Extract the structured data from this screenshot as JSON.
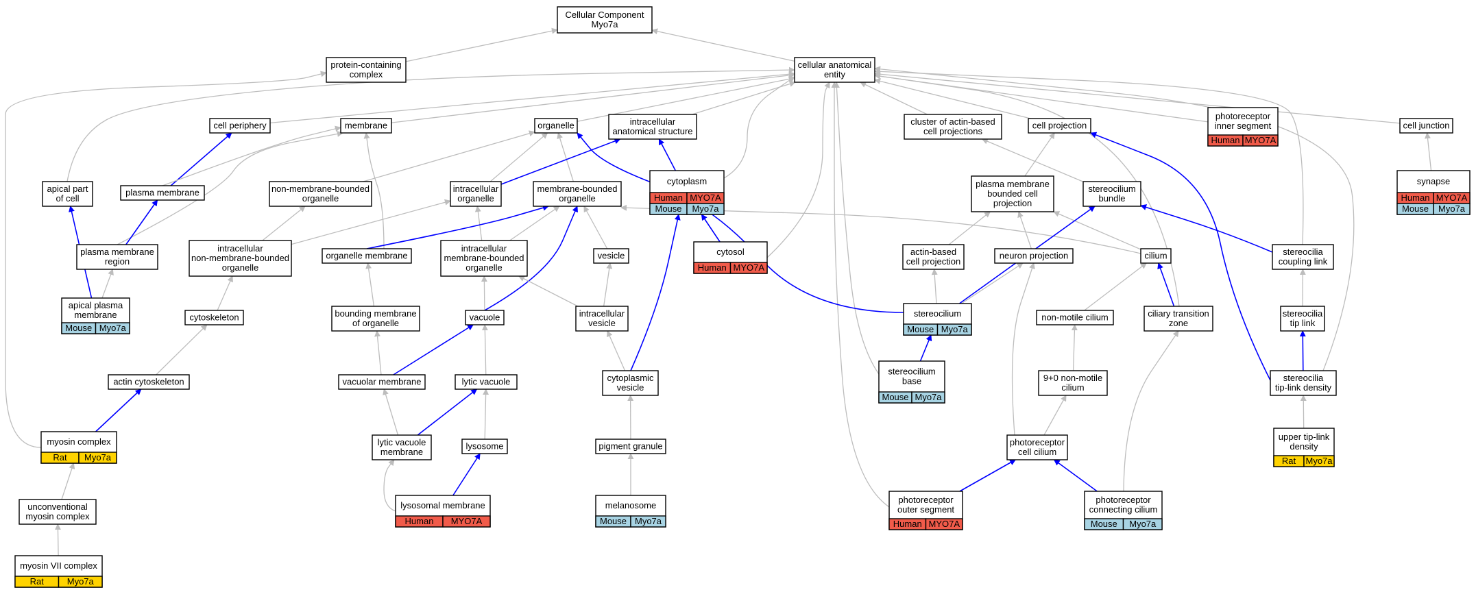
{
  "colors": {
    "Human": "#f15b4a",
    "Mouse": "#a8d4e4",
    "Rat": "#ffd300",
    "gray_edge": "#bdbdbd",
    "blue_edge": "#0000ff"
  },
  "nodes": [
    {
      "id": "cc",
      "lines": [
        "Cellular Component",
        "Myo7a"
      ]
    },
    {
      "id": "pcc",
      "lines": [
        "protein-containing",
        "complex"
      ]
    },
    {
      "id": "cae",
      "lines": [
        "cellular anatomical",
        "entity"
      ]
    },
    {
      "id": "cper",
      "lines": [
        "cell periphery"
      ]
    },
    {
      "id": "memb",
      "lines": [
        "membrane"
      ]
    },
    {
      "id": "orgl",
      "lines": [
        "organelle"
      ]
    },
    {
      "id": "ias",
      "lines": [
        "intracellular",
        "anatomical structure"
      ]
    },
    {
      "id": "cabcp",
      "lines": [
        "cluster of actin-based",
        "cell projections"
      ]
    },
    {
      "id": "cproj",
      "lines": [
        "cell projection"
      ]
    },
    {
      "id": "pris",
      "lines": [
        "photoreceptor",
        "inner segment"
      ],
      "species": [
        [
          "Human",
          "MYO7A"
        ]
      ]
    },
    {
      "id": "cj",
      "lines": [
        "cell junction"
      ]
    },
    {
      "id": "apc",
      "lines": [
        "apical part",
        "of cell"
      ]
    },
    {
      "id": "pm",
      "lines": [
        "plasma membrane"
      ]
    },
    {
      "id": "nmbo",
      "lines": [
        "non-membrane-bounded",
        "organelle"
      ]
    },
    {
      "id": "io",
      "lines": [
        "intracellular",
        "organelle"
      ]
    },
    {
      "id": "mbo",
      "lines": [
        "membrane-bounded",
        "organelle"
      ]
    },
    {
      "id": "cyto",
      "lines": [
        "cytoplasm"
      ],
      "species": [
        [
          "Human",
          "MYO7A"
        ],
        [
          "Mouse",
          "Myo7a"
        ]
      ]
    },
    {
      "id": "pmbcp",
      "lines": [
        "plasma membrane",
        "bounded cell",
        "projection"
      ]
    },
    {
      "id": "scb",
      "lines": [
        "stereocilium",
        "bundle"
      ]
    },
    {
      "id": "syn",
      "lines": [
        "synapse"
      ],
      "species": [
        [
          "Human",
          "MYO7A"
        ],
        [
          "Mouse",
          "Myo7a"
        ]
      ]
    },
    {
      "id": "pmr",
      "lines": [
        "plasma membrane",
        "region"
      ]
    },
    {
      "id": "inmbo",
      "lines": [
        "intracellular",
        "non-membrane-bounded",
        "organelle"
      ]
    },
    {
      "id": "om",
      "lines": [
        "organelle membrane"
      ]
    },
    {
      "id": "imbo",
      "lines": [
        "intracellular",
        "membrane-bounded",
        "organelle"
      ]
    },
    {
      "id": "ves",
      "lines": [
        "vesicle"
      ]
    },
    {
      "id": "cytosol",
      "lines": [
        "cytosol"
      ],
      "species": [
        [
          "Human",
          "MYO7A"
        ]
      ]
    },
    {
      "id": "abcp",
      "lines": [
        "actin-based",
        "cell projection"
      ]
    },
    {
      "id": "np",
      "lines": [
        "neuron projection"
      ]
    },
    {
      "id": "cil",
      "lines": [
        "cilium"
      ]
    },
    {
      "id": "sccl",
      "lines": [
        "stereocilia",
        "coupling link"
      ]
    },
    {
      "id": "apm",
      "lines": [
        "apical plasma",
        "membrane"
      ],
      "species": [
        [
          "Mouse",
          "Myo7a"
        ]
      ]
    },
    {
      "id": "cytosk",
      "lines": [
        "cytoskeleton"
      ]
    },
    {
      "id": "bmo",
      "lines": [
        "bounding membrane",
        "of organelle"
      ]
    },
    {
      "id": "vac",
      "lines": [
        "vacuole"
      ]
    },
    {
      "id": "iv",
      "lines": [
        "intracellular",
        "vesicle"
      ]
    },
    {
      "id": "sc",
      "lines": [
        "stereocilium"
      ],
      "species": [
        [
          "Mouse",
          "Myo7a"
        ]
      ]
    },
    {
      "id": "nmc",
      "lines": [
        "non-motile cilium"
      ]
    },
    {
      "id": "ctz",
      "lines": [
        "ciliary transition",
        "zone"
      ]
    },
    {
      "id": "sctl",
      "lines": [
        "stereocilia",
        "tip link"
      ]
    },
    {
      "id": "ac",
      "lines": [
        "actin cytoskeleton"
      ]
    },
    {
      "id": "vm",
      "lines": [
        "vacuolar membrane"
      ]
    },
    {
      "id": "lv",
      "lines": [
        "lytic vacuole"
      ]
    },
    {
      "id": "cv",
      "lines": [
        "cytoplasmic",
        "vesicle"
      ]
    },
    {
      "id": "scbase",
      "lines": [
        "stereocilium",
        "base"
      ],
      "species": [
        [
          "Mouse",
          "Myo7a"
        ]
      ]
    },
    {
      "id": "nmc90",
      "lines": [
        "9+0 non-motile",
        "cilium"
      ]
    },
    {
      "id": "sctld",
      "lines": [
        "stereocilia",
        "tip-link density"
      ]
    },
    {
      "id": "mc",
      "lines": [
        "myosin complex"
      ],
      "species": [
        [
          "Rat",
          "Myo7a"
        ]
      ]
    },
    {
      "id": "lvm",
      "lines": [
        "lytic vacuole",
        "membrane"
      ]
    },
    {
      "id": "lys",
      "lines": [
        "lysosome"
      ]
    },
    {
      "id": "pg",
      "lines": [
        "pigment granule"
      ]
    },
    {
      "id": "pcc2",
      "lines": [
        "photoreceptor",
        "cell cilium"
      ]
    },
    {
      "id": "utld",
      "lines": [
        "upper tip-link",
        "density"
      ],
      "species": [
        [
          "Rat",
          "Myo7a"
        ]
      ]
    },
    {
      "id": "umc",
      "lines": [
        "unconventional",
        "myosin complex"
      ]
    },
    {
      "id": "lm",
      "lines": [
        "lysosomal membrane"
      ],
      "species": [
        [
          "Human",
          "MYO7A"
        ]
      ]
    },
    {
      "id": "mel",
      "lines": [
        "melanosome"
      ],
      "species": [
        [
          "Mouse",
          "Myo7a"
        ]
      ]
    },
    {
      "id": "pos",
      "lines": [
        "photoreceptor",
        "outer segment"
      ],
      "species": [
        [
          "Human",
          "MYO7A"
        ]
      ]
    },
    {
      "id": "pcc3",
      "lines": [
        "photoreceptor",
        "connecting cilium"
      ],
      "species": [
        [
          "Mouse",
          "Myo7a"
        ]
      ]
    },
    {
      "id": "m7c",
      "lines": [
        "myosin VII complex"
      ],
      "species": [
        [
          "Rat",
          "Myo7a"
        ]
      ]
    }
  ],
  "edges": [
    [
      "pcc",
      "cc",
      "gray"
    ],
    [
      "cae",
      "cc",
      "gray"
    ],
    [
      "cper",
      "cae",
      "gray"
    ],
    [
      "memb",
      "cae",
      "gray"
    ],
    [
      "orgl",
      "cae",
      "gray"
    ],
    [
      "ias",
      "cae",
      "gray"
    ],
    [
      "cabcp",
      "cae",
      "gray"
    ],
    [
      "cproj",
      "cae",
      "gray"
    ],
    [
      "pris",
      "cae",
      "gray"
    ],
    [
      "cj",
      "cae",
      "gray"
    ],
    [
      "apc",
      "cae",
      "gray"
    ],
    [
      "mc",
      "pcc",
      "gray"
    ],
    [
      "cyto",
      "cae",
      "gray"
    ],
    [
      "cytosol",
      "cae",
      "gray"
    ],
    [
      "scbase",
      "cae",
      "gray"
    ],
    [
      "pos",
      "cae",
      "gray"
    ],
    [
      "ctz",
      "cae",
      "gray"
    ],
    [
      "sccl",
      "cae",
      "gray"
    ],
    [
      "sctld",
      "cae",
      "gray"
    ],
    [
      "pm",
      "cper",
      "blue"
    ],
    [
      "pm",
      "memb",
      "gray"
    ],
    [
      "pmr",
      "memb",
      "gray"
    ],
    [
      "om",
      "memb",
      "gray"
    ],
    [
      "nmbo",
      "orgl",
      "gray"
    ],
    [
      "io",
      "orgl",
      "gray"
    ],
    [
      "mbo",
      "orgl",
      "gray"
    ],
    [
      "io",
      "ias",
      "blue"
    ],
    [
      "cyto",
      "ias",
      "blue"
    ],
    [
      "sc",
      "orgl",
      "blue"
    ],
    [
      "pmbcp",
      "cproj",
      "gray"
    ],
    [
      "scb",
      "cabcp",
      "gray"
    ],
    [
      "syn",
      "cj",
      "gray"
    ],
    [
      "pmr",
      "pm",
      "blue"
    ],
    [
      "apm",
      "apc",
      "blue"
    ],
    [
      "apm",
      "pmr",
      "gray"
    ],
    [
      "inmbo",
      "nmbo",
      "gray"
    ],
    [
      "inmbo",
      "io",
      "gray"
    ],
    [
      "imbo",
      "io",
      "gray"
    ],
    [
      "imbo",
      "mbo",
      "gray"
    ],
    [
      "ves",
      "mbo",
      "gray"
    ],
    [
      "cil",
      "mbo",
      "gray"
    ],
    [
      "om",
      "mbo",
      "blue"
    ],
    [
      "vac",
      "mbo",
      "blue"
    ],
    [
      "cytosol",
      "cyto",
      "blue"
    ],
    [
      "cv",
      "cyto",
      "blue"
    ],
    [
      "abcp",
      "pmbcp",
      "gray"
    ],
    [
      "np",
      "pmbcp",
      "gray"
    ],
    [
      "cil",
      "pmbcp",
      "gray"
    ],
    [
      "sc",
      "scb",
      "blue"
    ],
    [
      "sccl",
      "scb",
      "blue"
    ],
    [
      "sctld",
      "cproj",
      "blue"
    ],
    [
      "cytosk",
      "inmbo",
      "gray"
    ],
    [
      "bmo",
      "om",
      "gray"
    ],
    [
      "vac",
      "imbo",
      "gray"
    ],
    [
      "iv",
      "imbo",
      "gray"
    ],
    [
      "iv",
      "ves",
      "gray"
    ],
    [
      "sc",
      "abcp",
      "gray"
    ],
    [
      "sc",
      "np",
      "gray"
    ],
    [
      "nmc",
      "cil",
      "gray"
    ],
    [
      "ctz",
      "cil",
      "blue"
    ],
    [
      "sctl",
      "sccl",
      "gray"
    ],
    [
      "ac",
      "cytosk",
      "gray"
    ],
    [
      "vm",
      "bmo",
      "gray"
    ],
    [
      "vm",
      "vac",
      "blue"
    ],
    [
      "lv",
      "vac",
      "gray"
    ],
    [
      "cv",
      "iv",
      "gray"
    ],
    [
      "scbase",
      "sc",
      "blue"
    ],
    [
      "nmc90",
      "nmc",
      "gray"
    ],
    [
      "sctld",
      "sctl",
      "blue"
    ],
    [
      "mc",
      "ac",
      "blue"
    ],
    [
      "lvm",
      "vm",
      "gray"
    ],
    [
      "lvm",
      "lv",
      "blue"
    ],
    [
      "lys",
      "lv",
      "gray"
    ],
    [
      "pg",
      "cv",
      "gray"
    ],
    [
      "pcc2",
      "nmc90",
      "gray"
    ],
    [
      "pcc2",
      "np",
      "gray"
    ],
    [
      "pcc3",
      "ctz",
      "gray"
    ],
    [
      "utld",
      "sctld",
      "gray"
    ],
    [
      "umc",
      "mc",
      "gray"
    ],
    [
      "lm",
      "lvm",
      "gray"
    ],
    [
      "lm",
      "lys",
      "blue"
    ],
    [
      "mel",
      "pg",
      "gray"
    ],
    [
      "pos",
      "pcc2",
      "blue"
    ],
    [
      "pcc3",
      "pcc2",
      "blue"
    ],
    [
      "m7c",
      "umc",
      "gray"
    ]
  ]
}
